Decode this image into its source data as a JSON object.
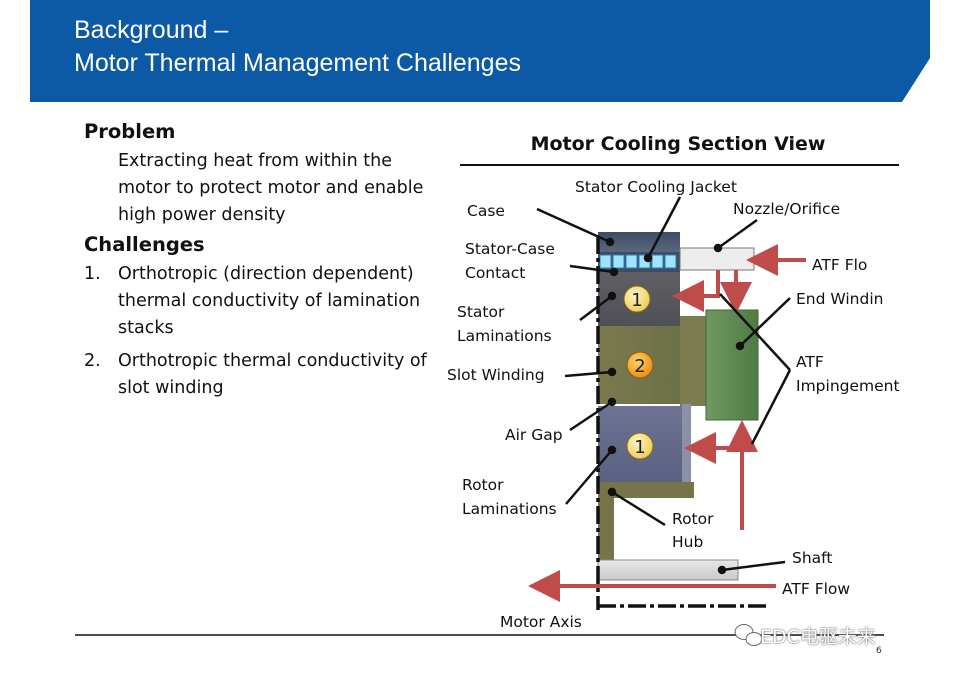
{
  "header": {
    "title_line1": "Background –",
    "title_line2": "Motor Thermal Management Challenges"
  },
  "problem": {
    "heading": "Problem",
    "text": "Extracting heat from within the motor to protect motor and enable high power density"
  },
  "challenges": {
    "heading": "Challenges",
    "items": [
      {
        "num": "1.",
        "text": "Orthotropic (direction dependent) thermal conductivity of lamination stacks"
      },
      {
        "num": "2.",
        "text": "Orthotropic thermal conductivity of slot winding"
      }
    ]
  },
  "diagram": {
    "title": "Motor Cooling Section View",
    "labels": {
      "stator_cooling_jacket": "Stator Cooling Jacket",
      "case": "Case",
      "nozzle": "Nozzle/Orifice",
      "stator_case_1": "Stator-Case",
      "stator_case_2": "Contact",
      "atf_flo": "ATF Flo",
      "end_winding": "End Windin",
      "stator_lam_1": "Stator",
      "stator_lam_2": "Laminations",
      "atf_imp_1": "ATF",
      "atf_imp_2": "Impingement",
      "slot_winding": "Slot Winding",
      "air_gap": "Air Gap",
      "rotor_lam_1": "Rotor",
      "rotor_lam_2": "Laminations",
      "rotor_hub_1": "Rotor",
      "rotor_hub_2": "Hub",
      "shaft": "Shaft",
      "atf_flow": "ATF Flow",
      "motor_axis": "Motor Axis"
    },
    "badges": {
      "stator": "1",
      "winding": "2",
      "rotor": "1"
    },
    "colors": {
      "header_blue": "#0c5aa6",
      "arrow_red": "#bf4b4b",
      "badge_orange": "#f3a21a",
      "badge_yellow": "#f7de7a",
      "winding_green": "#5c8a50",
      "olive": "#77744b"
    }
  },
  "footer": {
    "watermark": "EDC电驱未来",
    "page_number": "6"
  }
}
